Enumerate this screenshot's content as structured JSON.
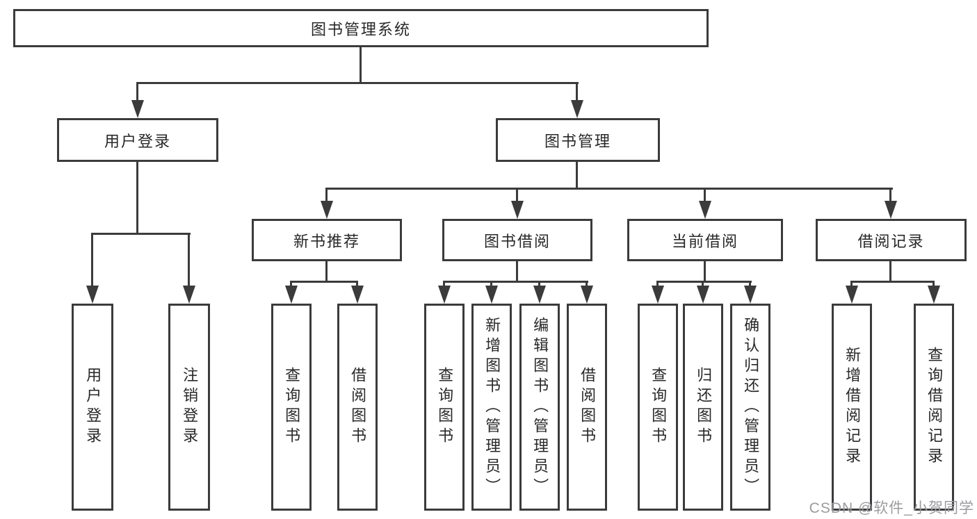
{
  "tree": {
    "root": "图书管理系统",
    "branches": [
      {
        "label": "用户登录",
        "children": [
          "用户登录",
          "注销登录"
        ]
      },
      {
        "label": "图书管理",
        "groups": [
          {
            "label": "新书推荐",
            "children": [
              "查询图书",
              "借阅图书"
            ]
          },
          {
            "label": "图书借阅",
            "children": [
              "查询图书",
              "新增图书（管理员）",
              "编辑图书（管理员）",
              "借阅图书"
            ]
          },
          {
            "label": "当前借阅",
            "children": [
              "查询图书",
              "归还图书",
              "确认归还（管理员）"
            ]
          },
          {
            "label": "借阅记录",
            "children": [
              "新增借阅记录",
              "查询借阅记录"
            ]
          }
        ]
      }
    ]
  },
  "watermark": "CSDN @软件_小贺同学",
  "colors": {
    "line": "#3b3b3b",
    "text": "#282828",
    "background": "#ffffff",
    "watermark": "#9b9ba0"
  }
}
